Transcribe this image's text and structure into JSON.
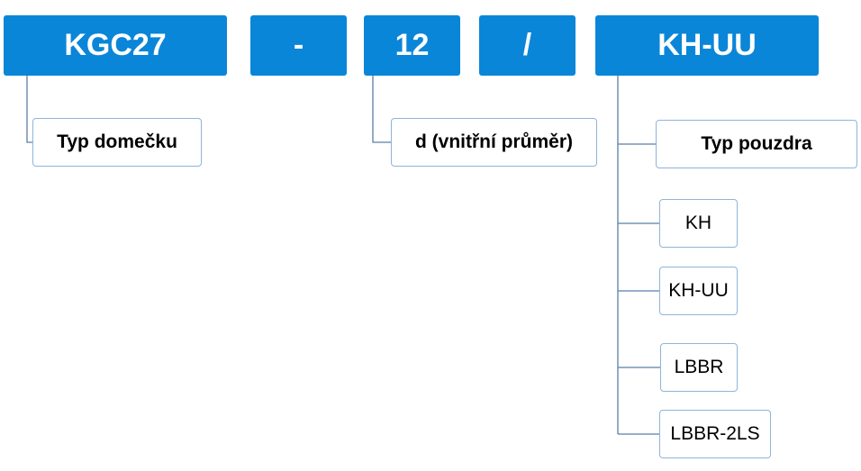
{
  "code": {
    "type": "KGC27",
    "dash": "-",
    "diameter": "12",
    "slash": "/",
    "bushing": "KH-UU"
  },
  "labels": {
    "type_housing": "Typ domečku",
    "inner_diameter": "d (vnitřní průměr)",
    "type_bushing": "Typ pouzdra"
  },
  "bushing_options": [
    "KH",
    "KH-UU",
    "LBBR",
    "LBBR-2LS"
  ],
  "colors": {
    "code_box_fill": "#0a86d8",
    "code_box_text": "#ffffff",
    "label_border": "#8fb4d9",
    "connector": "#5b7fa6"
  }
}
